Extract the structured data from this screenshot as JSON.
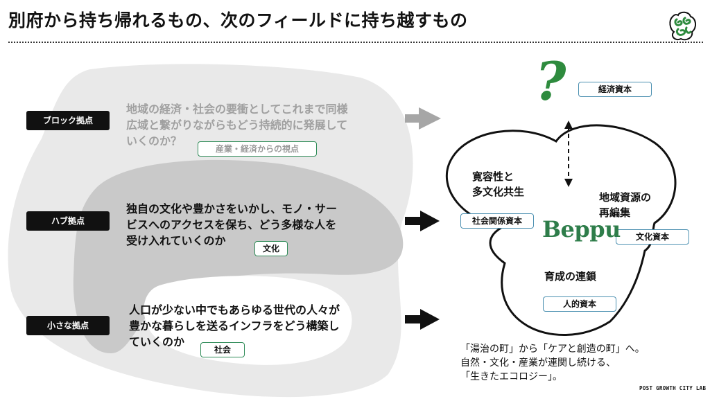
{
  "title": "別府から持ち帰れるもの、次のフィールドに持ち越すもの",
  "levels": [
    {
      "label": "ブロック拠点",
      "lines": [
        "地域の経済・社会の要衝としてこれまで同様",
        "広域と繋がりながらもどう持続的に発展して",
        "いくのか？"
      ],
      "tag": "産業・経済からの視点"
    },
    {
      "label": "ハブ拠点",
      "lines": [
        "独自の文化や豊かさをいかし、モノ・サー",
        "ビスへのアクセスを保ち、どう多様な人を",
        "受け入れていくのか"
      ],
      "tag": "文化"
    },
    {
      "label": "小さな拠点",
      "lines": [
        "人口が少ない中でもあらゆる世代の人々が",
        "豊かな暮らしを送るインフラをどう構築し",
        "ていくのか"
      ],
      "tag": "社会"
    }
  ],
  "diagram": {
    "question_mark": "?",
    "economic_capital": "経済資本",
    "left_lobe_lines": [
      "寛容性と",
      "多文化共生"
    ],
    "social_capital": "社会関係資本",
    "right_lobe_lines": [
      "地域資源の",
      "再編集"
    ],
    "cultural_capital": "文化資本",
    "center_name": "Beppu",
    "bottom_lobe": "育成の連鎖",
    "human_capital": "人的資本"
  },
  "caption_lines": [
    "「湯治の町」から「ケアと創造の町」へ。",
    "自然・文化・産業が連関し続ける、",
    "「生きたエコロジー」。"
  ],
  "footer": "POST GROWTH CITY LAB",
  "colors": {
    "accent_green": "#2e8b57",
    "capital_border": "#4a8fb0",
    "blob_outer": "#e9e9e9",
    "blob_mid": "#c9c9c9"
  }
}
